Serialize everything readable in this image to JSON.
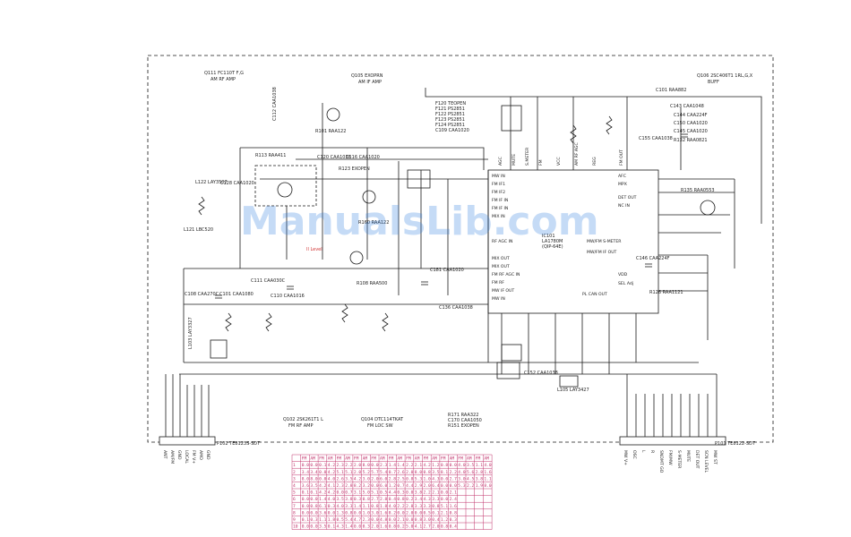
{
  "watermark": "ManualsLib.com",
  "colors": {
    "line": "#1a1a1a",
    "red": "#d23a3a",
    "table": "#c0306a",
    "watermark": "#2f7fe0"
  },
  "blocks": {
    "q111": "Q111  FC110T F,G",
    "q111_sub": "AM RF AMP",
    "q105": "Q105  EXOPRN",
    "q105_sub": "AM IF AMP",
    "q106": "Q106  2SC406T1 1RL,G,X",
    "q106_sub": "BUFF",
    "q102": "Q102  2SK261T1 L",
    "q102_sub": "FM RF AMP",
    "q104": "Q104  DTC114TKAT",
    "q104_sub": "FM LOC SW",
    "ic101_name": "IC101",
    "ic101_part": "LA1780M",
    "ic101_pkg": "(QIP-64E)",
    "p102": "P102  TE8123S-SDT",
    "p101": "P101  TE8122-SDT"
  },
  "notes": {
    "red_label": "Il Level",
    "ic_notes": [
      "R171  RAA322",
      "C170  CAA1050",
      "R151  EXOPEN"
    ],
    "block_parts": [
      "F120  TEOPEN",
      "F121  PS2851",
      "F122  PS2851",
      "F123  PS2851",
      "F124  PS2851",
      "C109  CAA1020"
    ]
  },
  "components": [
    "R101 RAA122",
    "C112 CAA1038",
    "R113 RAA411",
    "C116 CAA1020",
    "R123 EXOPEN",
    "C120 CAA1038",
    "L122 LAY3507",
    "C128 CAA1020",
    "L121 LBC520",
    "R108 RAA500",
    "C108 CAA270C",
    "C101 CAA1080",
    "C111 CAA030C",
    "L103 LAY3327",
    "C110 CAA1016",
    "C136 CAA1038",
    "C143 CAA1048",
    "C144 CAA224F",
    "C150 CAA1020",
    "C145 CAA1020",
    "R132 RAA0821",
    "R135 RAA0553",
    "C155 CAA1038",
    "C146 CAA224F",
    "R126 RAA1121",
    "C152 CAA1038",
    "L105 LAY3427",
    "R160 RAA122",
    "C181 CAA1020",
    "C101 RAA882"
  ],
  "ic_pins_left": [
    "MW IN",
    "FM IF1",
    "FM IF2",
    "FM IF IN",
    "FM IF IN",
    "MIX IN",
    "RF AGC IN",
    "MIX OUT",
    "MIX OUT",
    "FM RF AGC IN",
    "FM RF",
    "MW IF OUT",
    "MW IN"
  ],
  "ic_pins_right": [
    "AFC",
    "MPX",
    "DET OUT",
    "NC IN",
    "MW/FM S-METER",
    "MW/FM IF OUT",
    "SEL Adj",
    "VDD",
    "PL CAN OUT"
  ],
  "ic_pins_top": [
    "AGC",
    "MUTE",
    "S.METER",
    "FM",
    "VCC",
    "AM RF AGC",
    "REG",
    "FM OUT"
  ],
  "connector_left": [
    "ANT",
    "AM/FM",
    "GND",
    "LOCAL",
    "FM V+",
    "AMO",
    "GND"
  ],
  "connector_right": [
    "MW V+",
    "OSC",
    "L",
    "R",
    "SNDMT GO",
    "FM/MW",
    "S-METER",
    "MUTE",
    "DET OUT",
    "SCN LEVEL",
    "MW ST"
  ],
  "table": {
    "headers": [
      "",
      "FM",
      "AM",
      "FM",
      "AM",
      "FM",
      "AM",
      "FM",
      "AM",
      "FM",
      "AM",
      "FM",
      "AM",
      "FM",
      "AM",
      "FM",
      "AM",
      "FM",
      "AM",
      "FM",
      "AM",
      "FM",
      "AM"
    ],
    "rows": [
      [
        "1",
        "0.0",
        "0.0",
        "0.1",
        "4.2",
        "2.3",
        "2.2",
        "2.0",
        "8.0",
        "0.0",
        "2.3",
        "1.4",
        "1.4",
        "2.2",
        "2.1",
        "4.2",
        "1.2",
        "0.8",
        "0.0",
        "4.0",
        "3.5",
        "1.1",
        "4.0"
      ],
      [
        "2",
        "3.4",
        "3.4",
        "0.0",
        "4.2",
        "5.1",
        "5.1",
        "2.0",
        "5.2",
        "5.7",
        "5.4",
        "0.7",
        "2.6",
        "2.0",
        "8.0",
        "0.8",
        "3.5",
        "8.1",
        "2.2",
        "4.0",
        "5.6",
        "2.8",
        "1.6"
      ],
      [
        "3",
        "8.0",
        "8.0",
        "0.0",
        "4.0",
        "2.6",
        "3.5",
        "4.2",
        "3.0",
        "2.0",
        "6.0",
        "2.8",
        "2.5",
        "0.8",
        "5.3",
        "1.0",
        "4.3",
        "0.0",
        "2.7",
        "3.0",
        "4.5",
        "3.8",
        "1.1"
      ],
      [
        "4",
        "3.6",
        "3.5",
        "4.2",
        "4.1",
        "2.3",
        "2.8",
        "8.2",
        "3.2",
        "0.0",
        "6.0",
        "1.2",
        "0.7",
        "4.4",
        "2.9",
        "2.0",
        "6.4",
        "0.0",
        "0.0",
        "5.3",
        "2.2",
        "1.9",
        "8.0"
      ],
      [
        "5",
        "0.1",
        "0.1",
        "4.2",
        "4.2",
        "0.0",
        "0.7",
        "3.1",
        "5.0",
        "5.1",
        "0.5",
        "4.4",
        "0.3",
        "0.0",
        "3.8",
        "2.2",
        "2.1",
        "0.0",
        "2.1",
        "",
        "",
        "",
        ""
      ],
      [
        "6",
        "0.0",
        "0.0",
        "1.4",
        "4.0",
        "3.5",
        "3.8",
        "0.3",
        "0.8",
        "2.7",
        "2.8",
        "0.4",
        "0.8",
        "0.2",
        "3.4",
        "4.3",
        "3.3",
        "0.0",
        "2.4",
        "",
        "",
        "",
        ""
      ],
      [
        "7",
        "0.0",
        "0.8",
        "6.1",
        "0.3",
        "4.0",
        "3.3",
        "1.4",
        "1.1",
        "0.8",
        "1.8",
        "4.0",
        "2.2",
        "2.8",
        "3.3",
        "3.3",
        "0.8",
        "5.1",
        "1.6",
        "",
        "",
        "",
        ""
      ],
      [
        "8",
        "0.0",
        "0.0",
        "3.6",
        "0.0",
        "1.3",
        "0.8",
        "0.0",
        "1.0",
        "3.0",
        "1.6",
        "8.2",
        "0.0",
        "2.0",
        "0.0",
        "0.5",
        "0.1",
        "2.1",
        "0.8",
        "",
        "",
        "",
        ""
      ],
      [
        "9",
        "0.1",
        "0.3",
        "1.1",
        "1.8",
        "0.5",
        "5.4",
        "4.7",
        "2.3",
        "0.0",
        "4.8",
        "0.0",
        "2.1",
        "0.0",
        "0.8",
        "3.0",
        "0.4",
        "1.2",
        "0.3",
        "",
        "",
        "",
        ""
      ],
      [
        "10",
        "0.0",
        "0.0",
        "3.5",
        "0.1",
        "4.3",
        "1.4",
        "0.0",
        "0.3",
        "2.0",
        "1.6",
        "0.8",
        "0.2",
        "5.0",
        "4.1",
        "2.7",
        "2.0",
        "0.8",
        "0.4",
        "",
        "",
        "",
        ""
      ]
    ]
  }
}
